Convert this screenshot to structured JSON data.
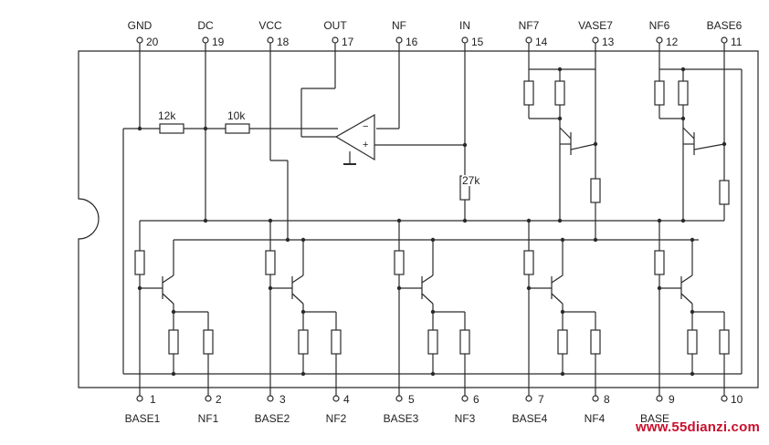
{
  "top_pins": [
    {
      "label": "GND",
      "num": "20"
    },
    {
      "label": "DC",
      "num": "19"
    },
    {
      "label": "VCC",
      "num": "18"
    },
    {
      "label": "OUT",
      "num": "17"
    },
    {
      "label": "NF",
      "num": "16"
    },
    {
      "label": "IN",
      "num": "15"
    },
    {
      "label": "NF7",
      "num": "14"
    },
    {
      "label": "VASE7",
      "num": "13"
    },
    {
      "label": "NF6",
      "num": "12"
    },
    {
      "label": "BASE6",
      "num": "11"
    }
  ],
  "bottom_pins": [
    {
      "label": "BASE1",
      "num": "1"
    },
    {
      "label": "NF1",
      "num": "2"
    },
    {
      "label": "BASE2",
      "num": "3"
    },
    {
      "label": "NF2",
      "num": "4"
    },
    {
      "label": "BASE3",
      "num": "5"
    },
    {
      "label": "NF3",
      "num": "6"
    },
    {
      "label": "BASE4",
      "num": "7"
    },
    {
      "label": "NF4",
      "num": "8"
    },
    {
      "label": "BASE",
      "num": "9"
    },
    {
      "label": "",
      "num": "10"
    }
  ],
  "resistor_labels": {
    "r1": "12k",
    "r2": "10k",
    "r3": "27k"
  },
  "opamp": {
    "minus": "−",
    "plus": "+"
  },
  "watermark": "www.55dianzi.com",
  "colors": {
    "line": "#2a2a2a",
    "watermark": "#c8102e"
  }
}
